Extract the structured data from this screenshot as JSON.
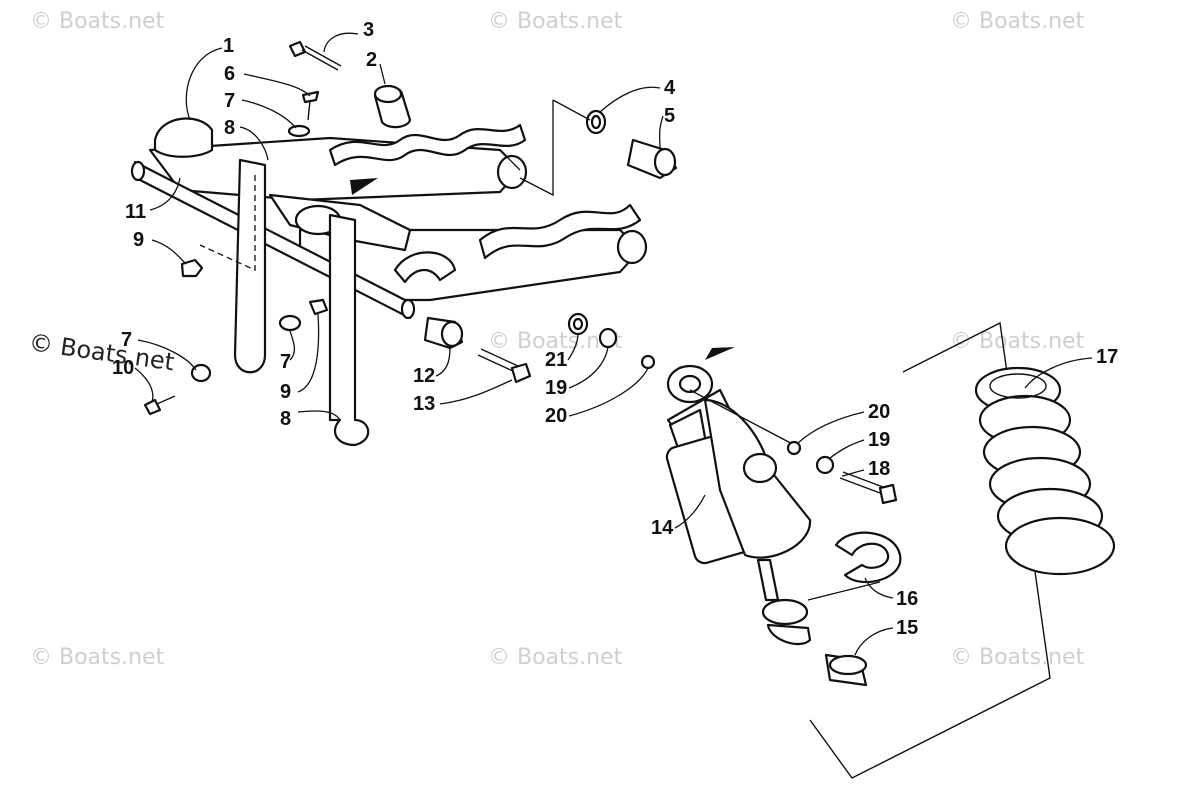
{
  "watermarks": [
    "© Boats.net",
    "© Boats.net",
    "© Boats.net",
    "© Boats.net",
    "© Boats.net",
    "© Boats.net",
    "© Boats.net",
    "© Boats.net"
  ],
  "watermark_dark": "© Boats.net",
  "callouts": [
    {
      "id": "c1",
      "text": "1"
    },
    {
      "id": "c2",
      "text": "2"
    },
    {
      "id": "c3",
      "text": "3"
    },
    {
      "id": "c4",
      "text": "4"
    },
    {
      "id": "c5",
      "text": "5"
    },
    {
      "id": "c6",
      "text": "6"
    },
    {
      "id": "c7a",
      "text": "7"
    },
    {
      "id": "c8a",
      "text": "8"
    },
    {
      "id": "c11",
      "text": "11"
    },
    {
      "id": "c9a",
      "text": "9"
    },
    {
      "id": "c7b",
      "text": "7"
    },
    {
      "id": "c10",
      "text": "10"
    },
    {
      "id": "c7c",
      "text": "7"
    },
    {
      "id": "c9b",
      "text": "9"
    },
    {
      "id": "c8b",
      "text": "8"
    },
    {
      "id": "c12",
      "text": "12"
    },
    {
      "id": "c13",
      "text": "13"
    },
    {
      "id": "c21",
      "text": "21"
    },
    {
      "id": "c19a",
      "text": "19"
    },
    {
      "id": "c20a",
      "text": "20"
    },
    {
      "id": "c20b",
      "text": "20"
    },
    {
      "id": "c19b",
      "text": "19"
    },
    {
      "id": "c18",
      "text": "18"
    },
    {
      "id": "c14",
      "text": "14"
    },
    {
      "id": "c16",
      "text": "16"
    },
    {
      "id": "c15",
      "text": "15"
    },
    {
      "id": "c17",
      "text": "17"
    }
  ]
}
